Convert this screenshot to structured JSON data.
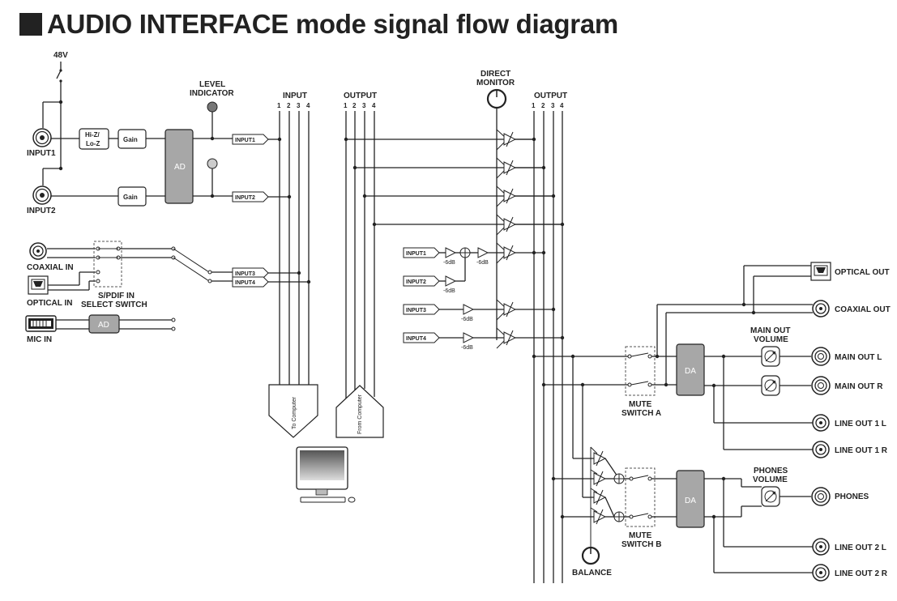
{
  "title": "AUDIO INTERFACE mode signal flow diagram",
  "labels": {
    "phantom": "48V",
    "input1": "INPUT1",
    "input2": "INPUT2",
    "hiz_line1": "Hi-Z/",
    "hiz_line2": "Lo-Z",
    "gain": "Gain",
    "ad": "AD",
    "da": "DA",
    "level_indicator_line1": "LEVEL",
    "level_indicator_line2": "INDICATOR",
    "coaxial_in": "COAXIAL IN",
    "optical_in": "OPTICAL IN",
    "mic_in": "MIC IN",
    "spdif_line1": "S/PDIF IN",
    "spdif_line2": "SELECT SWITCH",
    "input_bus": "INPUT",
    "output_bus": "OUTPUT",
    "direct_monitor_line1": "DIRECT",
    "direct_monitor_line2": "MONITOR",
    "channels": [
      "1",
      "2",
      "3",
      "4"
    ],
    "tag_input1": "INPUT1",
    "tag_input2": "INPUT2",
    "tag_input3": "INPUT3",
    "tag_input4": "INPUT4",
    "minus6db": "-6dB",
    "to_computer": "To Computer",
    "from_computer": "From Computer",
    "mute_a_line1": "MUTE",
    "mute_a_line2": "SWITCH A",
    "mute_b_line1": "MUTE",
    "mute_b_line2": "SWITCH B",
    "main_out_volume_line1": "MAIN OUT",
    "main_out_volume_line2": "VOLUME",
    "phones_volume_line1": "PHONES",
    "phones_volume_line2": "VOLUME",
    "balance": "BALANCE",
    "optical_out": "OPTICAL OUT",
    "coaxial_out": "COAXIAL OUT",
    "main_out_l": "MAIN OUT L",
    "main_out_r": "MAIN OUT R",
    "line_out_1l": "LINE OUT 1 L",
    "line_out_1r": "LINE OUT 1 R",
    "phones": "PHONES",
    "line_out_2l": "LINE OUT 2 L",
    "line_out_2r": "LINE OUT 2 R"
  }
}
